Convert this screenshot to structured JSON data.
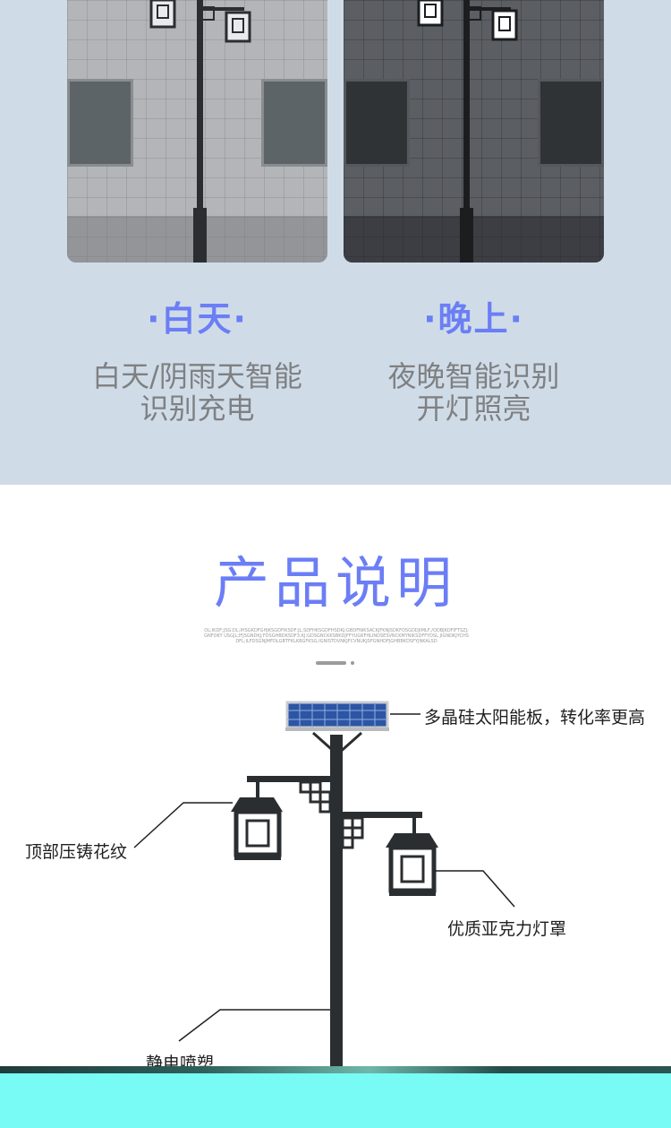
{
  "day": {
    "title": "·白天·",
    "desc_line1": "白天/阴雨天智能",
    "desc_line2": "识别充电"
  },
  "night": {
    "title": "·晚上·",
    "desc_line1": "夜晚智能识别",
    "desc_line2": "开灯照亮"
  },
  "section": {
    "title": "产品说明",
    "fineprint": "OL;IKDF;JSG;DL;IHSGKDFGHJKSGDFIKSDF;JL;SDFHKSGDFHSDKJ;GBDFNIKSACKJFKNJSDKFOSGDDJIMLF;/ODBJKDFIFTSZJ;GNFOKY USGJL;IFJSGNDKJ;FDSGHBDKSDF3;KJ;GDSGNCKKSBKDJFFYUGKFHLINDSESVNCKMYNIKSDFFYDSL JIGNDKJYCHSDFL;ILFDSGNJMFDLGBTFKLKBGFKSG;IGNISTDVNKJFCVNUKJSFGNHDFJGHBBKDSFYJNKALSD"
  },
  "callouts": {
    "solar": "多晶硅太阳能板，转化率更高",
    "top": "顶部压铸花纹",
    "shade": "优质亚克力灯罩",
    "spray": "静电喷塑"
  },
  "colors": {
    "accent": "#6b7ef5",
    "top_bg": "#cfdce8",
    "bottom_band": "#77fbf4"
  }
}
